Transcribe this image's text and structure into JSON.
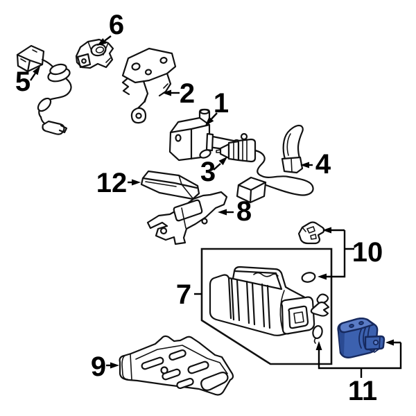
{
  "diagram": {
    "background": "#ffffff",
    "line_color": "#111111",
    "label_color": "#000000",
    "highlight_part": "11",
    "highlight_colors": {
      "fill": "#3c61af",
      "top_fill": "#5b7cc6",
      "side_fill": "#2a4a92",
      "outline": "#16295e"
    },
    "callouts": [
      {
        "label": "1"
      },
      {
        "label": "2"
      },
      {
        "label": "3"
      },
      {
        "label": "4"
      },
      {
        "label": "5"
      },
      {
        "label": "6"
      },
      {
        "label": "7"
      },
      {
        "label": "8"
      },
      {
        "label": "9"
      },
      {
        "label": "10"
      },
      {
        "label": "11"
      },
      {
        "label": "12"
      }
    ]
  }
}
